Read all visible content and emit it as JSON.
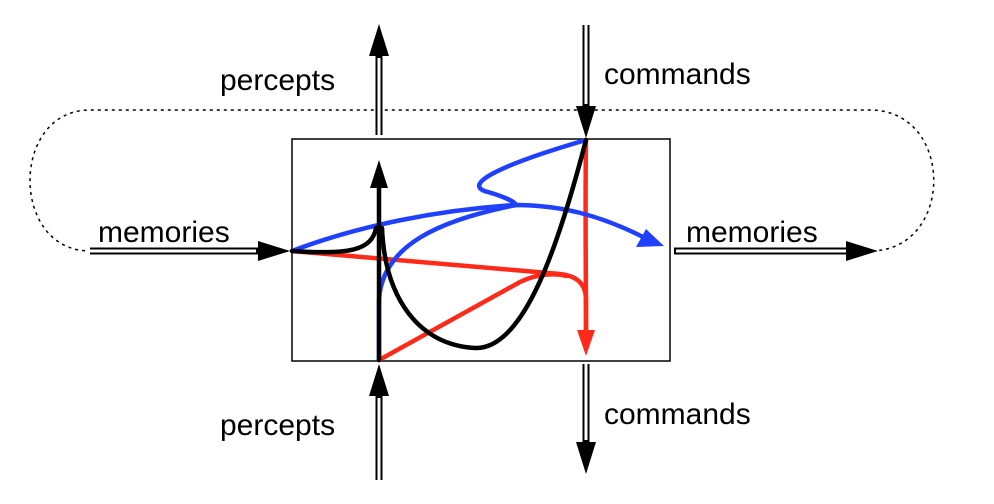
{
  "labels": {
    "percepts_top": "percepts",
    "commands_top": "commands",
    "memories_left": "memories",
    "memories_right": "memories",
    "percepts_bottom": "percepts",
    "commands_bottom": "commands"
  },
  "colors": {
    "black": "#000000",
    "blue": "#2040ff",
    "red": "#ff2a1a"
  }
}
